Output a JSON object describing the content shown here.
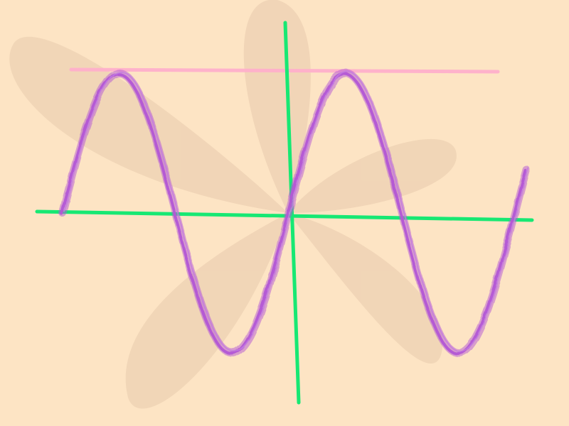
{
  "colors": {
    "background": "#fde4c4",
    "petal": "#efd3b5",
    "axis": "#17e873",
    "amplitude_line": "#ffb0cc",
    "wave": "#b457d6"
  },
  "chart_data": {
    "type": "line",
    "title": "",
    "xlabel": "",
    "ylabel": "",
    "xlim": [
      -1.0,
      1.05
    ],
    "ylim": [
      -1.0,
      1.0
    ],
    "grid": false,
    "series": [
      {
        "kind": "sine",
        "amplitude": 1.0,
        "period": 1.0,
        "phase": 0.0
      }
    ],
    "reference_lines": [
      {
        "orientation": "horizontal",
        "value": 1.0
      }
    ]
  }
}
